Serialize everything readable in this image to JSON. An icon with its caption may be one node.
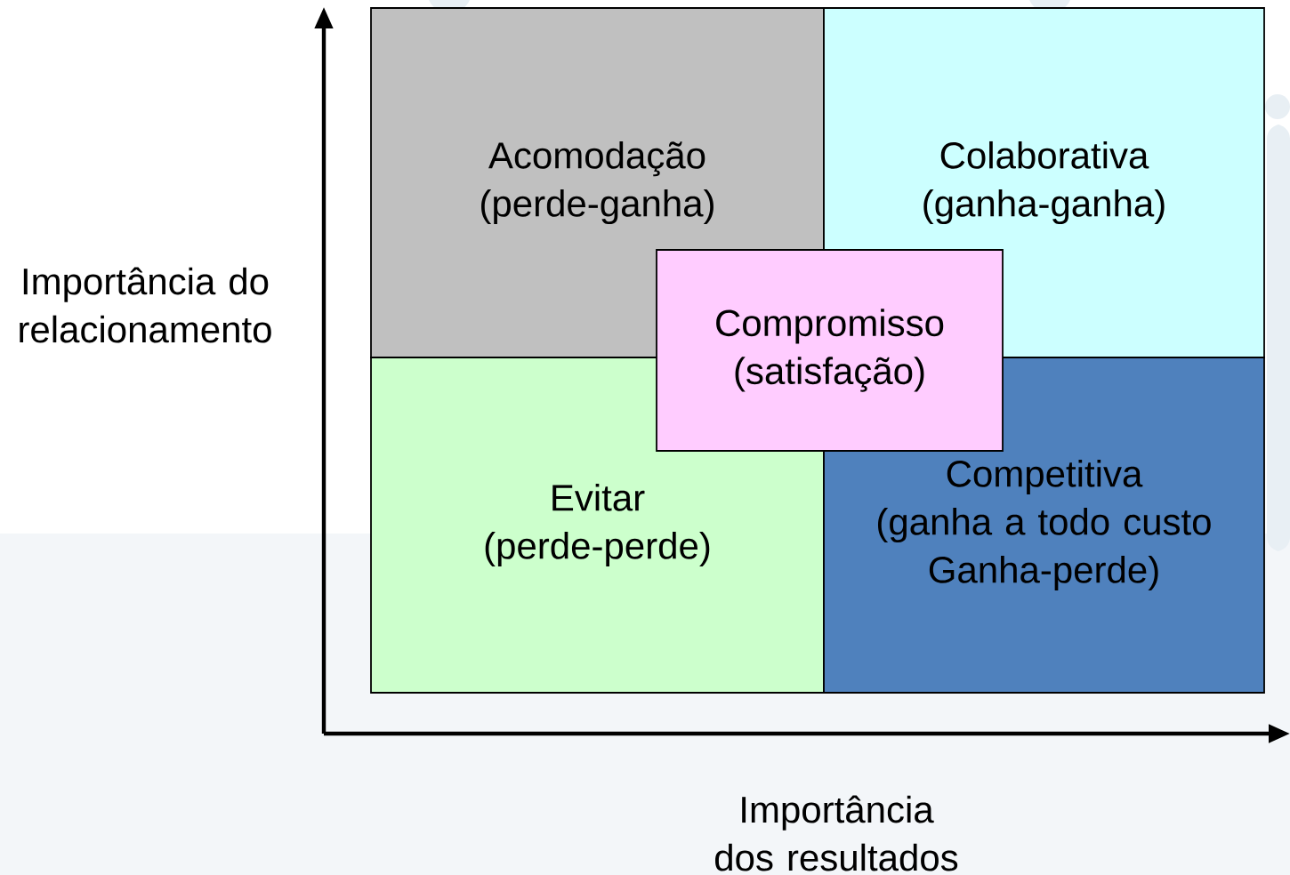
{
  "diagram": {
    "nodes": [
      {
        "text": [
          "Acomodação",
          "(perde-ganha)"
        ]
      },
      {
        "text": [
          "Colaborativa",
          "(ganha-ganha)"
        ]
      },
      {
        "text": [
          "Evitar",
          "(perde-perde)"
        ]
      },
      {
        "text": [
          "Competitiva",
          "(ganha a todo custo Ganha-perde)"
        ]
      },
      {
        "text": [
          "Compromisso",
          "(satisfação)"
        ]
      }
    ],
    "labels": [
      "Importância do relacionamento",
      "Importância dos resultados"
    ]
  }
}
